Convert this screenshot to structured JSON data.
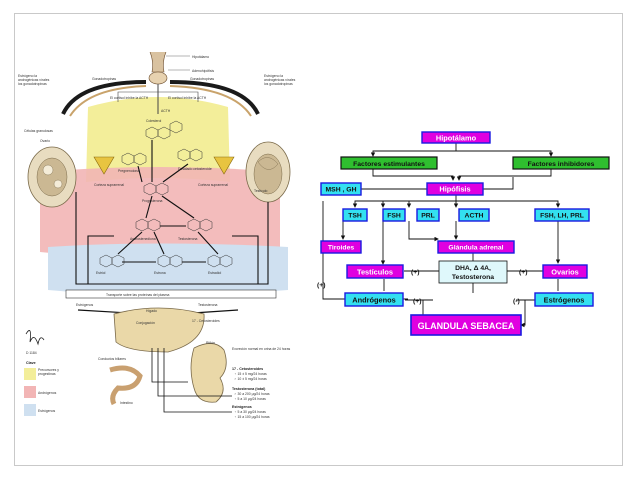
{
  "colors": {
    "magenta": "#e000e0",
    "blue": "#1a1ae0",
    "cyan": "#33e0f0",
    "green": "#2fbf2f",
    "yellow_region": "#f3ee9a",
    "red_region": "#f2b5b5",
    "blue_region": "#cfe0f0",
    "brown_arrow": "#6a4a2a"
  },
  "left_figure": {
    "top_labels": {
      "hipotalamo": "Hipotálamo",
      "adenohipofisis": "Adenohipófisis",
      "gonadotropinas_l": "Gonadotropinas",
      "gonadotropinas_r": "Gonadotropinas",
      "left_note": "Estrógeno la androgénicas vírales los gonadotropinas",
      "right_note": "Estrógeno la androgénicas vírales los gonadotropinas",
      "cortisol_l": "El cortisol inhibe la ACTH",
      "cortisol_r": "El cortisol inhibe la ACTH",
      "acth": "ACTH"
    },
    "organ_labels": {
      "celulas": "Células granulosas",
      "ovario": "Ovario",
      "testiculo": "Testículo",
      "corteza_l": "Corteza suprarrenal",
      "corteza_r": "Corteza suprarrenal",
      "higado": "Hígado",
      "rinon": "Riñón",
      "intestino": "Intestino",
      "conductos": "Conductos biliares"
    },
    "pathway_labels": {
      "colesterol": "Colesterol",
      "pregnenolona": "Pregnenolona",
      "dealdol": "Desalado cetosteroide",
      "progesterona": "Progesterona",
      "androstenediona": "Androstenediona",
      "testosterona": "Testosterona",
      "estrona": "Estrona",
      "estradiol": "Estradiol",
      "estriol": "Estriol",
      "transport": "Transporte sobre las proteínas del plasma",
      "estrogenos": "Estrógenos",
      "testosterona2": "Testosterona",
      "conjugacion": "Conjugación",
      "cetosteroides": "17 - Cetosteroides"
    },
    "excretion": {
      "title": "Excreción normal en orina de 24 horas",
      "l1": "17 - Cetosteroides",
      "l2": "♀ 15 ± 5 mg/24 horas",
      "l3": "♂ 10 ± 5 mg/24 horas",
      "l4": "Testosterona (total)",
      "l5": "♂ 30 a 200 μg/24 horas",
      "l6": "♀ 5 a 10 μg/24 horas",
      "l7": "Estrógenos",
      "l8": "♀ 5 a 30 μg/24 horas",
      "l9": "♀ 15 a 100 μg/24 horas"
    },
    "legend": {
      "title": "Clave",
      "item1": "Precursores y progestinas",
      "item2": "Andrógenos",
      "item3": "Estrógenos"
    },
    "signature": {
      "code": "D 1184"
    }
  },
  "right_figure": {
    "hipotalamo": "Hipotálamo",
    "factores_estim": "Factores estimulantes",
    "factores_inhib": "Factores inhibidores",
    "msh_gh": "MSH , GH",
    "hipofisis": "Hipófisis",
    "tsh": "TSH",
    "fsh": "FSH",
    "prl": "PRL",
    "acth": "ACTH",
    "fsh_lh_prl": "FSH, LH, PRL",
    "tiroides": "Tiroides",
    "glandula_adrenal": "Glándula adrenal",
    "testiculos": "Testículos",
    "ovarios": "Ovarios",
    "dha_line": "DHA,   Δ 4A,",
    "testosterona": "Testosterona",
    "androgenos": "Andrógenos",
    "estrogenos": "Estrógenos",
    "glandula_sebacea": "GLANDULA SEBACEA",
    "plus": "(+)",
    "minus": "(-)"
  }
}
